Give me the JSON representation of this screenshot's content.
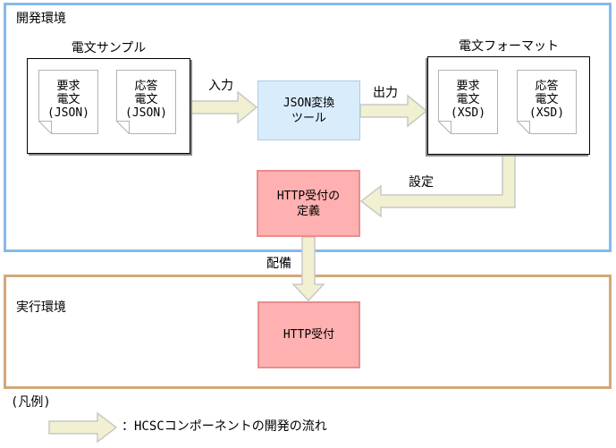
{
  "dev_env": {
    "label": "開発環境"
  },
  "exec_env": {
    "label": "実行環境"
  },
  "message_sample": {
    "title": "電文サンプル",
    "request_doc": "要求\n電文\n(JSON)",
    "response_doc": "応答\n電文\n(JSON)"
  },
  "json_tool": {
    "label": "JSON変換\nツール"
  },
  "message_format": {
    "title": "電文フォーマット",
    "request_doc": "要求\n電文\n(XSD)",
    "response_doc": "応答\n電文\n(XSD)"
  },
  "http_reception_def": {
    "label": "HTTP受付の\n定義"
  },
  "http_reception": {
    "label": "HTTP受付"
  },
  "arrows": {
    "input": "入力",
    "output": "出力",
    "setting": "設定",
    "deploy": "配備"
  },
  "legend": {
    "title": "(凡例)",
    "flow_label": "：HCSCコンポーネントの開発の流れ"
  },
  "colors": {
    "dev_border": "#84B9EC",
    "exec_border": "#D2A878",
    "tool_fill": "#D9ECFB",
    "tool_border": "#A8CBE8",
    "pink_fill": "#FFB0B0",
    "pink_border": "#E98E8E",
    "arrow_fill": "#F1F0D0",
    "arrow_border": "#C8C8C8"
  }
}
